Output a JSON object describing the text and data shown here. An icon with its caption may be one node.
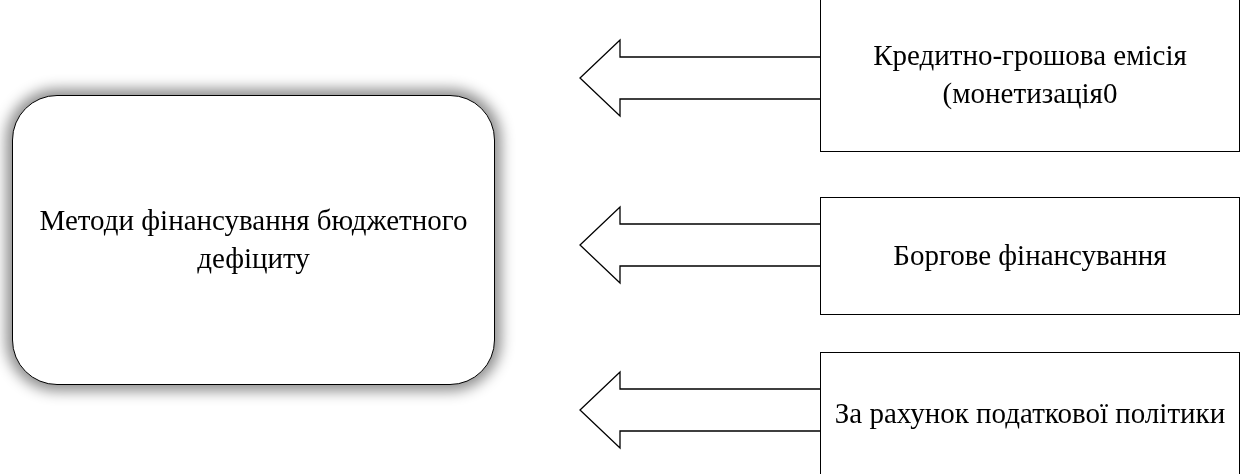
{
  "diagram": {
    "nodes": [
      {
        "text": [
          "Методи фінансування бюджетного дефіциту"
        ]
      },
      {
        "text": [
          "Кредитно-грошова емісія (монетизація0"
        ]
      },
      {
        "text": [
          "Боргове фінансування"
        ]
      },
      {
        "text": [
          "За рахунок податкової політики"
        ]
      }
    ],
    "edges": [
      {
        "from": 1,
        "to": 0,
        "arrow": "to"
      },
      {
        "from": 2,
        "to": 0,
        "arrow": "to"
      },
      {
        "from": 3,
        "to": 0,
        "arrow": "to"
      }
    ]
  }
}
